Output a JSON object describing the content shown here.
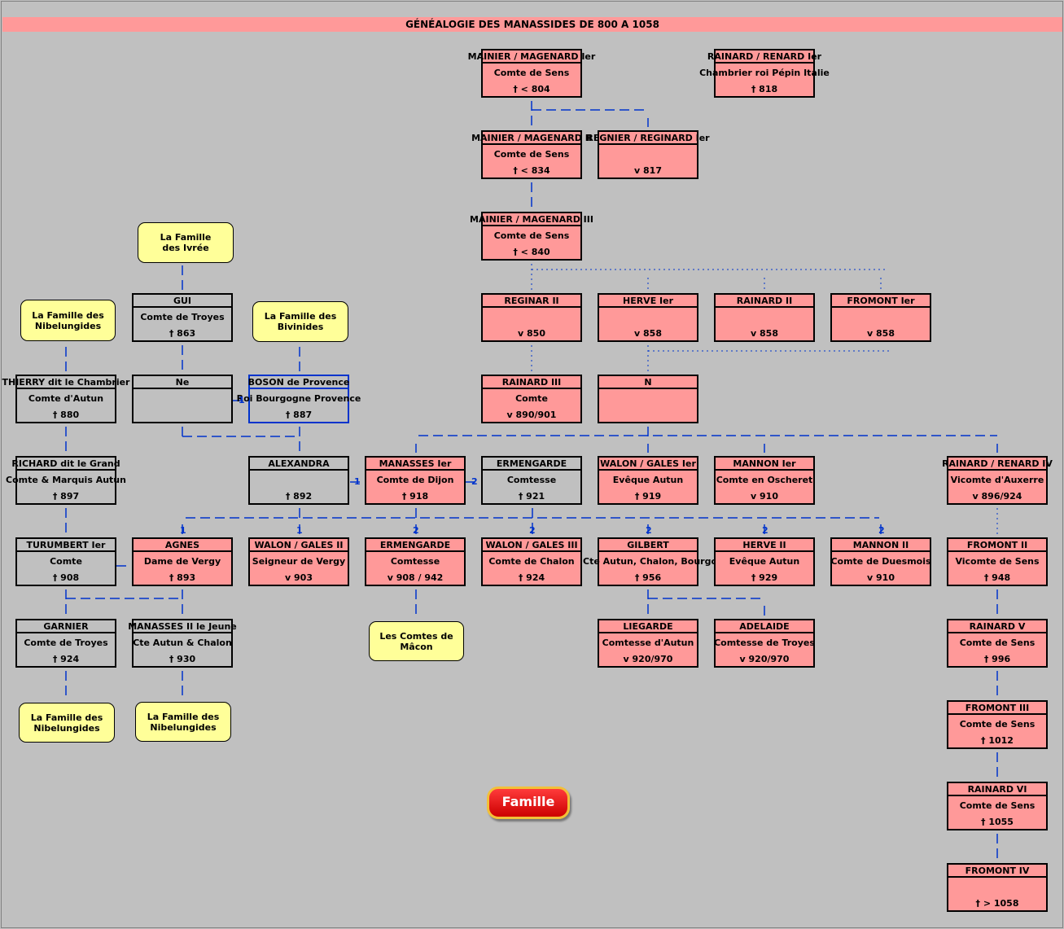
{
  "title": "GÉNÉALOGIE DES MANASSIDES DE 800 A 1058",
  "button_label": "Famille",
  "people": {
    "mainier1": {
      "name": "MAINIER / MAGENARD Ier",
      "line2": "Comte de Sens",
      "line3": "† < 804"
    },
    "rainard_renard1": {
      "name": "RAINARD / RENARD Ier",
      "line2": "Chambrier roi Pépin Italie",
      "line3": "† 818"
    },
    "mainier2": {
      "name": "MAINIER / MAGENARD II",
      "line2": "Comte de Sens",
      "line3": "† < 834"
    },
    "regnier1": {
      "name": "REGNIER / REGINARD Ier",
      "line2": "",
      "line3": "v 817"
    },
    "mainier3": {
      "name": "MAINIER / MAGENARD III",
      "line2": "Comte de Sens",
      "line3": "† < 840"
    },
    "reginar2": {
      "name": "REGINAR II",
      "line2": "",
      "line3": "v 850"
    },
    "herve1": {
      "name": "HERVE Ier",
      "line2": "",
      "line3": "v 858"
    },
    "rainard2": {
      "name": "RAINARD II",
      "line2": "",
      "line3": "v 858"
    },
    "fromont1": {
      "name": "FROMONT Ier",
      "line2": "",
      "line3": "v 858"
    },
    "rainard3": {
      "name": "RAINARD III",
      "line2": "Comte",
      "line3": "v 890/901"
    },
    "n": {
      "name": "N",
      "line2": "",
      "line3": ""
    },
    "gui": {
      "name": "GUI",
      "line2": "Comte de Troyes",
      "line3": "† 863"
    },
    "thierry": {
      "name": "THIERRY dit le Chambrier",
      "line2": "Comte d'Autun",
      "line3": "† 880"
    },
    "ne": {
      "name": "Ne",
      "line2": "",
      "line3": ""
    },
    "boson": {
      "name": "BOSON de Provence",
      "line2": "Roi Bourgogne Provence",
      "line3": "† 887"
    },
    "richard": {
      "name": "RICHARD dit le Grand",
      "line2": "Comte & Marquis Autun",
      "line3": "† 897"
    },
    "alexandra": {
      "name": "ALEXANDRA",
      "line2": "",
      "line3": "† 892"
    },
    "manasses1": {
      "name": "MANASSES Ier",
      "line2": "Comte de Dijon",
      "line3": "† 918"
    },
    "ermengarde1": {
      "name": "ERMENGARDE",
      "line2": "Comtesse",
      "line3": "† 921"
    },
    "walon1": {
      "name": "WALON / GALES Ier",
      "line2": "Evêque Autun",
      "line3": "† 919"
    },
    "mannon1": {
      "name": "MANNON Ier",
      "line2": "Comte en Oscheret",
      "line3": "v 910"
    },
    "rainard_renard4": {
      "name": "RAINARD / RENARD IV",
      "line2": "Vicomte d'Auxerre",
      "line3": "v 896/924"
    },
    "turumbert": {
      "name": "TURUMBERT Ier",
      "line2": "Comte",
      "line3": "† 908"
    },
    "agnes": {
      "name": "AGNES",
      "line2": "Dame de Vergy",
      "line3": "† 893"
    },
    "walon2": {
      "name": "WALON / GALES II",
      "line2": "Seigneur de Vergy",
      "line3": "v 903"
    },
    "ermengarde2": {
      "name": "ERMENGARDE",
      "line2": "Comtesse",
      "line3": "v 908 / 942"
    },
    "walon3": {
      "name": "WALON / GALES III",
      "line2": "Comte de Chalon",
      "line3": "† 924"
    },
    "gilbert": {
      "name": "GILBERT",
      "line2": "Cte Autun, Chalon, Bourgogne",
      "line3": "† 956"
    },
    "herve2": {
      "name": "HERVE II",
      "line2": "Evêque Autun",
      "line3": "† 929"
    },
    "mannon2": {
      "name": "MANNON II",
      "line2": "Comte de Duesmois",
      "line3": "v 910"
    },
    "fromont2": {
      "name": "FROMONT II",
      "line2": "Vicomte de Sens",
      "line3": "† 948"
    },
    "garnier": {
      "name": "GARNIER",
      "line2": "Comte de Troyes",
      "line3": "† 924"
    },
    "manasses2": {
      "name": "MANASSES II le Jeune",
      "line2": "Cte Autun & Chalon",
      "line3": "† 930"
    },
    "liegarde": {
      "name": "LIEGARDE",
      "line2": "Comtesse d'Autun",
      "line3": "v 920/970"
    },
    "adelaide": {
      "name": "ADELAIDE",
      "line2": "Comtesse de Troyes",
      "line3": "v 920/970"
    },
    "rainard5": {
      "name": "RAINARD V",
      "line2": "Comte de Sens",
      "line3": "† 996"
    },
    "fromont3": {
      "name": "FROMONT III",
      "line2": "Comte de Sens",
      "line3": "† 1012"
    },
    "rainard6": {
      "name": "RAINARD VI",
      "line2": "Comte de Sens",
      "line3": "† 1055"
    },
    "fromont4": {
      "name": "FROMONT IV",
      "line2": "",
      "line3": "† > 1058"
    }
  },
  "families": {
    "ivree": {
      "l1": "La Famille",
      "l2": "des Ivrée"
    },
    "nibel_top": {
      "l1": "La Famille des",
      "l2": "Nibelungides"
    },
    "bivinides": {
      "l1": "La Famille des",
      "l2": "Bivinides"
    },
    "macon": {
      "l1": "Les Comtes de",
      "l2": "Mâcon"
    },
    "nibel_b1": {
      "l1": "La Famille des",
      "l2": "Nibelungides"
    },
    "nibel_b2": {
      "l1": "La Famille des",
      "l2": "Nibelungides"
    }
  },
  "marriage_labels": {
    "m1": "1",
    "m2": "1",
    "m3": "2"
  },
  "child_labels": {
    "agnes": "1",
    "walon2": "1",
    "ermengarde2": "2",
    "walon3": "2",
    "gilbert": "2",
    "herve2": "2",
    "mannon2": "2"
  }
}
